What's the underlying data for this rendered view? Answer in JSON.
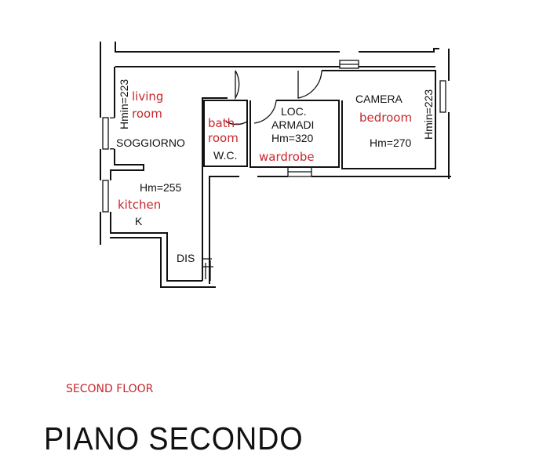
{
  "rooms": {
    "living": {
      "it": "SOGGIORNO",
      "en1": "living",
      "en2": "room",
      "height": "Hmin=223"
    },
    "kitchen": {
      "it": "K",
      "en": "kitchen",
      "height": "Hm=255"
    },
    "bath": {
      "it": "W.C.",
      "en1": "bath-",
      "en2": "room"
    },
    "wardrobe": {
      "it1": "LOC.",
      "it2": "ARMADI",
      "en": "wardrobe",
      "height": "Hm=320"
    },
    "bedroom": {
      "it": "CAMERA",
      "en": "bedroom",
      "height": "Hm=270",
      "hmin": "Hmin=223"
    },
    "hall": {
      "it": "DIS"
    }
  },
  "subtitle": "SECOND FLOOR",
  "title": "PIANO SECONDO",
  "colors": {
    "annotation": "#c8262b",
    "lines": "#111111"
  }
}
